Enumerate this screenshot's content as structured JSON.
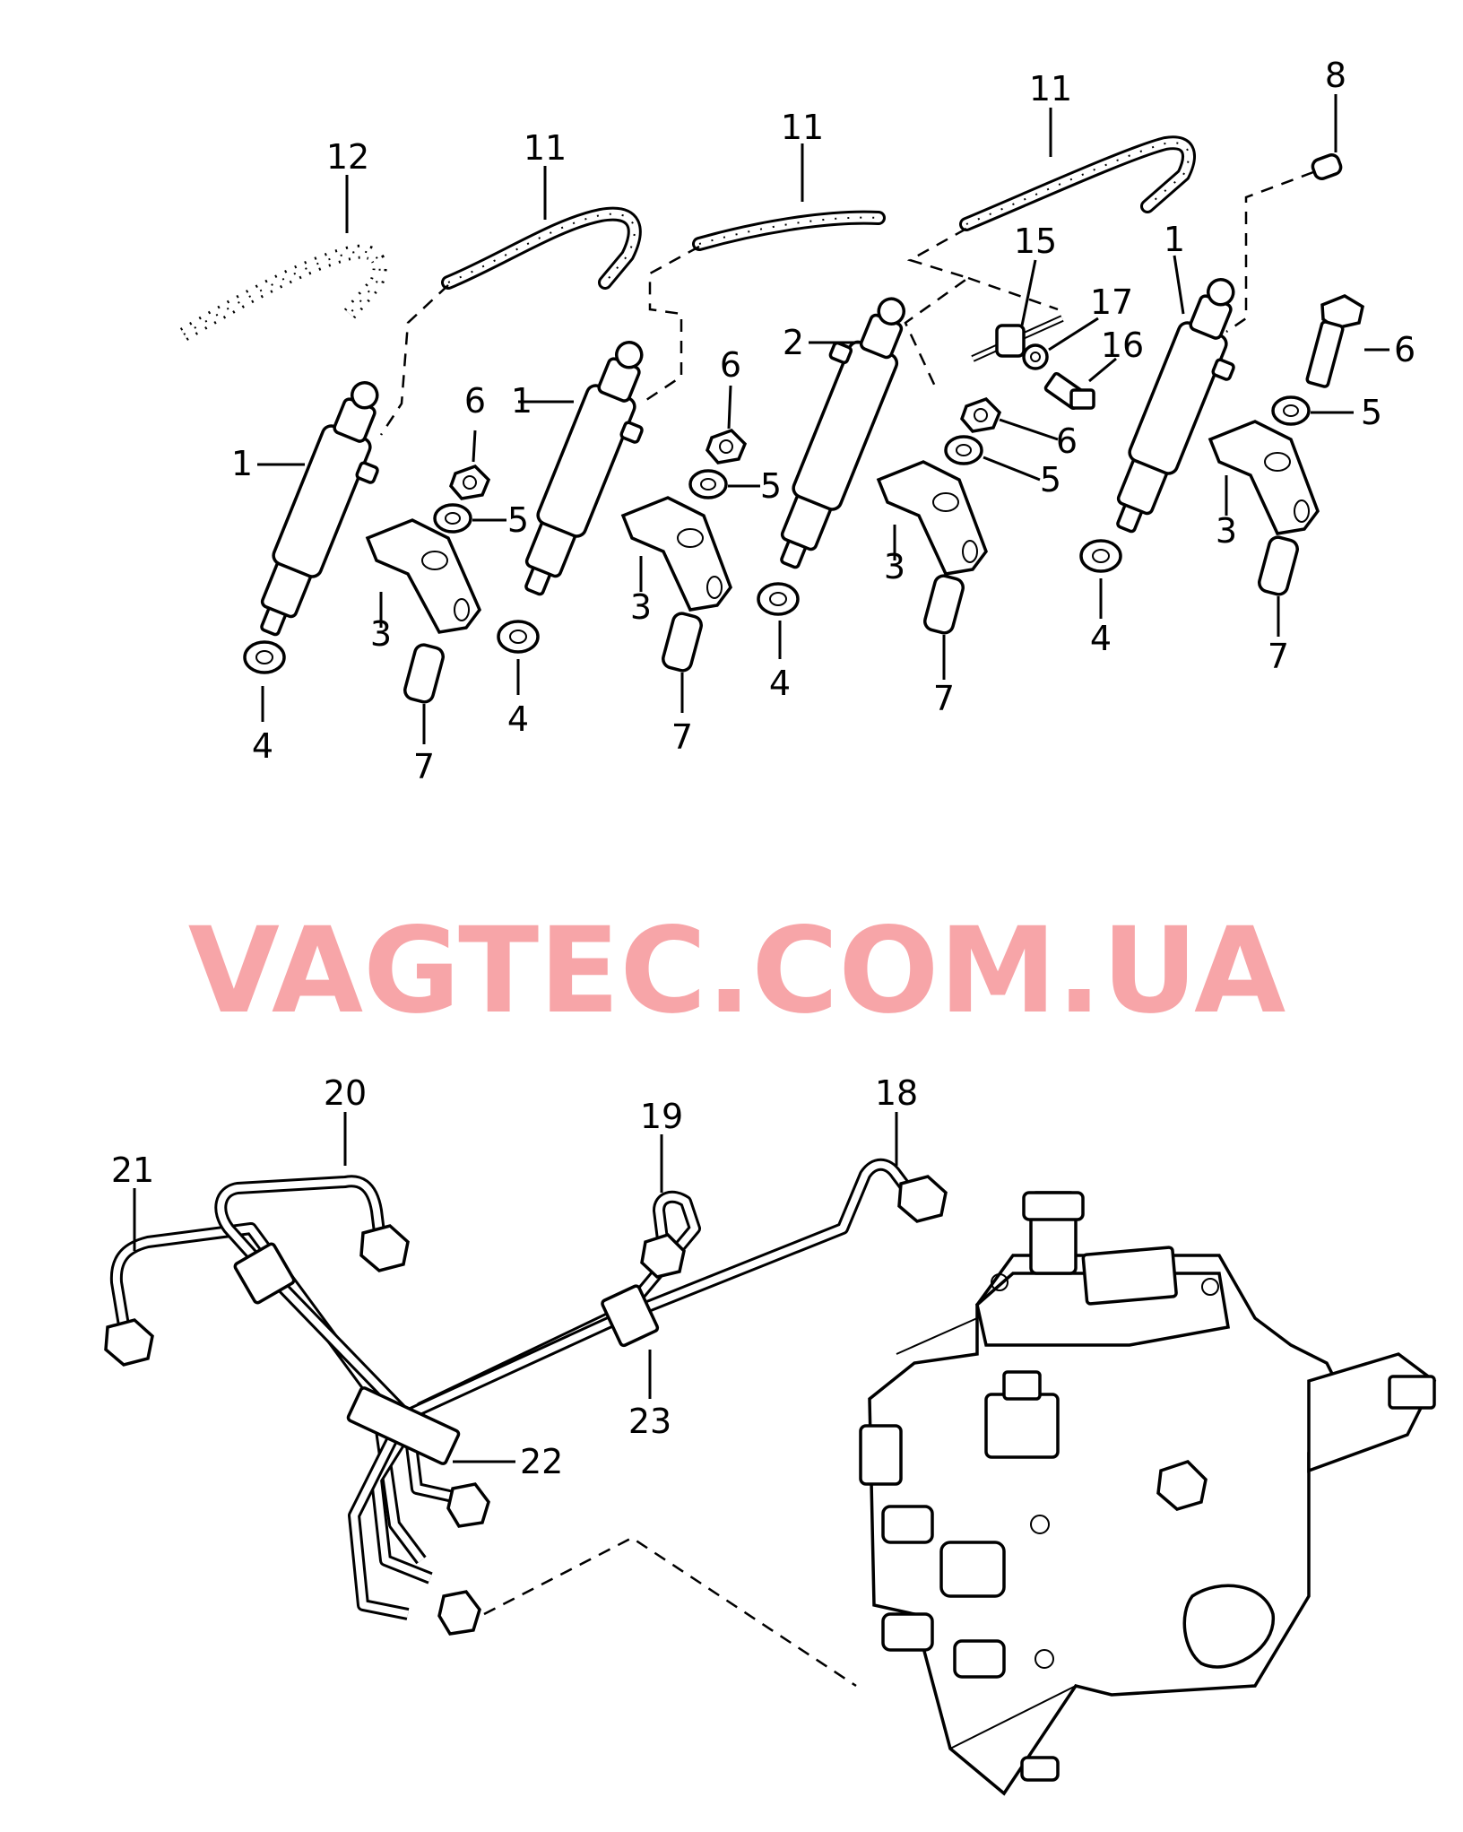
{
  "watermark": {
    "text": "VAGTEC.COM.UA",
    "color": "#f7a5a8"
  },
  "callouts": {
    "c12": "12",
    "c11a": "11",
    "c11b": "11",
    "c11c": "11",
    "c8": "8",
    "c15": "15",
    "c17": "17",
    "c16": "16",
    "c1a": "1",
    "c1b": "1",
    "c1c": "1",
    "c2": "2",
    "c6a": "6",
    "c6b": "6",
    "c6c": "6",
    "c6d": "6",
    "c5a": "5",
    "c5b": "5",
    "c5c": "5",
    "c5d": "5",
    "c3a": "3",
    "c3b": "3",
    "c3c": "3",
    "c3d": "3",
    "c4a": "4",
    "c4b": "4",
    "c4c": "4",
    "c4d": "4",
    "c7a": "7",
    "c7b": "7",
    "c7c": "7",
    "c7d": "7",
    "c20": "20",
    "c21": "21",
    "c19": "19",
    "c18": "18",
    "c23": "23",
    "c22": "22"
  }
}
